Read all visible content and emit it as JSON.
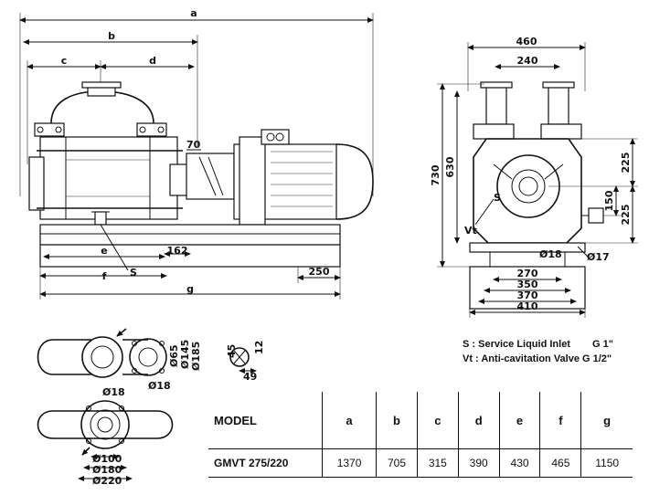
{
  "front_view": {
    "dims": {
      "a": "a",
      "b": "b",
      "c": "c",
      "d": "d",
      "e": "e",
      "f": "f",
      "g": "g",
      "d70": "70",
      "d162": "162",
      "d250": "250",
      "s": "S"
    }
  },
  "side_view": {
    "dims": {
      "d460": "460",
      "d240": "240",
      "d730": "730",
      "d630": "630",
      "d225a": "225",
      "d150": "150",
      "d225b": "225",
      "d18": "Ø18",
      "d17": "Ø17",
      "d270": "270",
      "d350": "350",
      "d370": "370",
      "d410": "410",
      "vt": "Vt",
      "s": "S"
    }
  },
  "flange_view": {
    "dims": {
      "d65": "Ø65",
      "d145": "Ø145",
      "d185": "Ø185",
      "d18": "Ø18",
      "d45": "45",
      "d12": "12",
      "d49": "49"
    }
  },
  "foot_view": {
    "dims": {
      "d18": "Ø18",
      "d100": "Ø100",
      "d180": "Ø180",
      "d220": "Ø220"
    }
  },
  "legend": {
    "s_line": "S : Service Liquid Inlet",
    "s_size": "G 1\"",
    "vt_line": "Vt : Anti-cavitation Valve G 1/2\""
  },
  "table": {
    "headers": [
      "MODEL",
      "a",
      "b",
      "c",
      "d",
      "e",
      "f",
      "g"
    ],
    "rows": [
      [
        "GMVT 275/220",
        "1370",
        "705",
        "315",
        "390",
        "430",
        "465",
        "1150"
      ]
    ]
  }
}
